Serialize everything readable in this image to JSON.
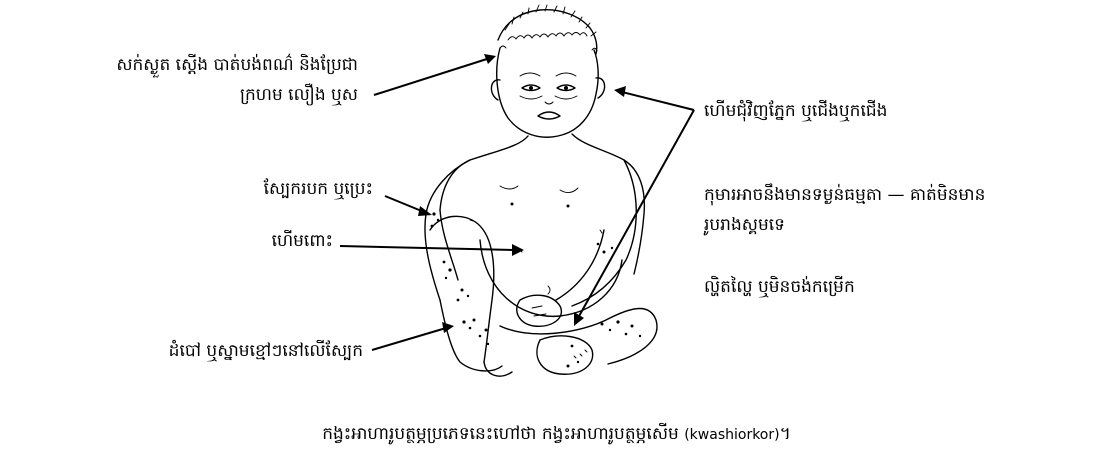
{
  "labels": {
    "hair": [
      "សក់ស្ងួត ស្តើង បាត់បង់ពណ៌ និងប្រែជា",
      "ក្រហម លឿង ឬស"
    ],
    "peeling_skin": "ស្បែករបក ឬប្រេះ",
    "belly": "ហើមពោះ",
    "sores": "ដំបៅ ឬស្នាមខ្មៅៗនៅលើស្បែក",
    "swelling": "ហើមជុំវិញភ្នែក ឬជើងឬកជើង",
    "thin_muscles": [
      "កុមារអាចនឹងមានទម្ងន់ធម្មតា — គាត់មិនមាន",
      "រូបរាងស្គមទេ"
    ],
    "fussy": "ល្ហិតល្ហៃ ឬមិនចង់កម្រើក"
  },
  "caption": {
    "text": "កង្វះអាហារូបត្ថម្ភប្រភេទនេះហៅថា កង្វះអាហារូបត្ថម្ភសើម",
    "term": "(kwashiorkor)",
    "end": "។"
  }
}
